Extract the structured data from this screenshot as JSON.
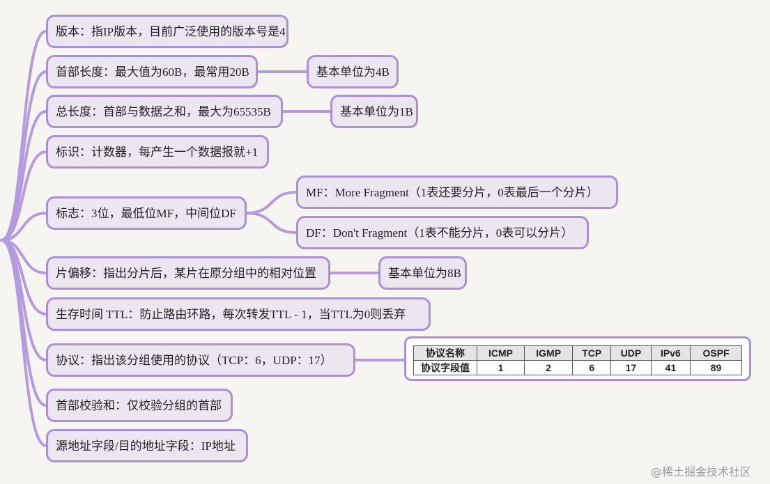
{
  "nodes": {
    "version": "版本：指IP版本，目前广泛使用的版本号是4",
    "header_length": "首部长度：最大值为60B，最常用20B",
    "header_length_unit": "基本单位为4B",
    "total_length": "总长度：首部与数据之和，最大为65535B",
    "total_length_unit": "基本单位为1B",
    "identification": "标识：计数器，每产生一个数据报就+1",
    "flags": "标志：3位，最低位MF，中间位DF",
    "flags_mf": "MF：More Fragment（1表还要分片，0表最后一个分片）",
    "flags_df": "DF：Don't Fragment（1表不能分片，0表可以分片）",
    "fragment_offset": "片偏移：指出分片后，某片在原分组中的相对位置",
    "fragment_offset_unit": "基本单位为8B",
    "ttl": "生存时间 TTL：防止路由环路，每次转发TTL - 1，当TTL为0则丢弃",
    "protocol": "协议：指出该分组使用的协议（TCP：6，UDP：17）",
    "checksum": "首部校验和：仅校验分组的首部",
    "addresses": "源地址字段/目的地址字段：IP地址"
  },
  "protocol_table": {
    "header": [
      "协议名称",
      "ICMP",
      "IGMP",
      "TCP",
      "UDP",
      "IPv6",
      "OSPF"
    ],
    "values": [
      "协议字段值",
      "1",
      "2",
      "6",
      "17",
      "41",
      "89"
    ]
  },
  "watermark": "@稀土掘金技术社区",
  "colors": {
    "edge": "#b49ae0",
    "node_border": "#a990d8",
    "node_fill": "#ebe6f0"
  }
}
